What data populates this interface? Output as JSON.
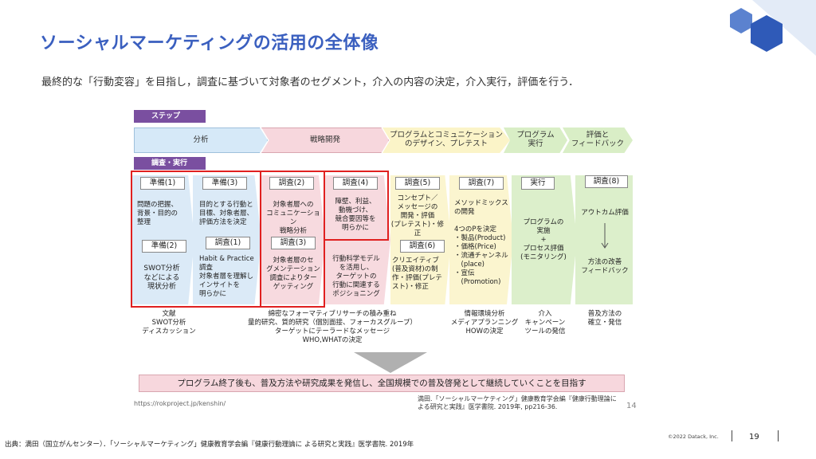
{
  "header": {
    "title": "ソーシャルマーケティングの活用の全体像",
    "subtitle": "最終的な「行動変容」を目指し，調査に基づいて対象者のセグメント，介入の内容の決定，介入実行，評価を行う．"
  },
  "diagram": {
    "step_label": "ステップ",
    "survey_label": "調査・実行",
    "phases": [
      {
        "label": "分析"
      },
      {
        "label": "戦略開発"
      },
      {
        "label": "プログラムとコミュニケーション\nのデザイン、プレテスト"
      },
      {
        "label": "プログラム\n実行"
      },
      {
        "label": "評価と\nフィードバック"
      }
    ],
    "cols": [
      {
        "tag": "準備(1)",
        "text": "問題の把握、\n背景・目的の\n整理",
        "tag2": "準備(2)",
        "text2": "SWOT分析\nなどによる\n現状分析"
      },
      {
        "tag": "準備(3)",
        "text": "目的とする行動と\n目標、対象者層、\n評価方法を決定",
        "tag2": "調査(1)",
        "text2": "Habit & Practice\n調査\n対象者層を理解し\nインサイトを\n明らかに"
      },
      {
        "tag": "調査(2)",
        "text": "対象者層への\nコミュニケーション\n戦略分析",
        "tag2": "調査(3)",
        "text2": "対象者層のセ\nグメンテーション\n調査によりター\nゲッティング"
      },
      {
        "tag": "調査(4)",
        "text": "障壁、利益、\n動機づけ、\n競合要因等を\n明らかに",
        "text2": "行動科学モデル\nを活用し、\nターゲットの\n行動に関連する\nポジショニング"
      },
      {
        "tag": "調査(5)",
        "text": "コンセプト／\nメッセージの\n開発・評価\n(プレテスト)・修正",
        "tag2": "調査(6)",
        "text2": "クリエイティブ\n(普及資材)の制\n作・評価(プレテ\nスト)・修正"
      },
      {
        "tag": "調査(7)",
        "text": "メソッドミックス\nの開発\n\n4つのPを決定\n・製品(Product)\n・価格(Price)\n・流通チャンネル\n　(place)\n・宣伝\n　(Promotion)"
      },
      {
        "tag": "実行",
        "text": "プログラムの\n実施\n+\nプロセス評価\n(モニタリング)"
      },
      {
        "tag": "調査(8)",
        "text": "アウトカム評価",
        "text2": "方法の改善\nフィードバック"
      }
    ],
    "below": [
      "文献\nSWOT分析\nディスカッション",
      "綿密なフォーマティブリサーチの積み重ね\n量的研究、質的研究（個別面接、フォーカスグループ）\nターゲットにテーラードなメッセージ\nWHO,WHATの決定",
      "情報環境分析\nメディアプランニング\nHOWの決定",
      "介入\nキャンペーン\nツールの発信",
      "普及方法の\n確立・発信"
    ],
    "goal": "プログラム終了後も、普及方法や研究成果を発信し、全国規模での普及啓発として継続していくことを目指す",
    "url": "https://rokproject.jp/kenshin/",
    "reference": "満田.「ソーシャルマーケティング」健康教育学会編『健康行動理論に\nよる研究と実践』医学書院. 2019年, pp216-36.",
    "inner_page": "14"
  },
  "footer": {
    "source": "出典：満田（国立がんセンター）．「ソーシャルマーケティング」健康教育学会編『健康行動理論に よる研究と実践』医学書院. 2019年",
    "copyright": "©2022 Datack, Inc.",
    "page_number": "19"
  },
  "colors": {
    "title": "#3a5fbf",
    "highlight": "#e02020",
    "step_tag": "#7a4fa0"
  }
}
